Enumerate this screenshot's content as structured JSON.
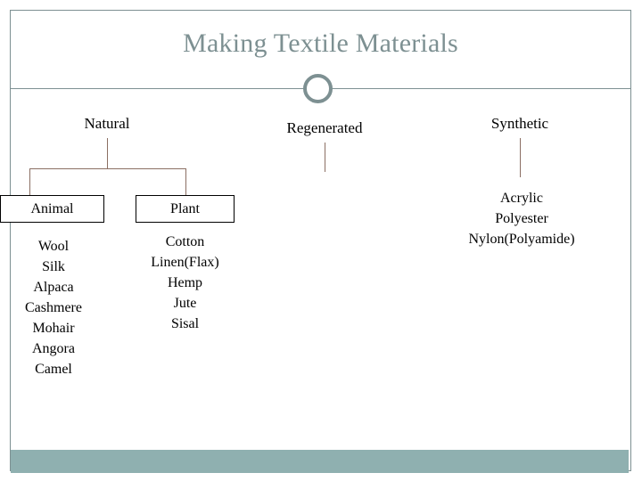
{
  "slide": {
    "title": "Making Textile Materials",
    "accent_color": "#7d9092",
    "bottom_bar_color": "#8fb0b0",
    "connector_color": "#8b6f63",
    "text_color": "#000000"
  },
  "decor": {
    "ring_icon": "ring-circle-icon",
    "divider_icon": "horizontal-rule"
  },
  "tree": {
    "branches": [
      {
        "label": "Natural",
        "children": [
          {
            "label": "Animal",
            "boxed": true,
            "items": [
              "Wool",
              "Silk",
              "Alpaca",
              "Cashmere",
              "Mohair",
              "Angora",
              "Camel"
            ]
          },
          {
            "label": "Plant",
            "boxed": true,
            "items": [
              "Cotton",
              "Linen(Flax)",
              "Hemp",
              "Jute",
              "Sisal"
            ]
          }
        ]
      },
      {
        "label": "Regenerated",
        "children": [],
        "items": []
      },
      {
        "label": "Synthetic",
        "children": [],
        "items": [
          "Acrylic",
          "Polyester",
          "Nylon(Polyamide)"
        ]
      }
    ]
  }
}
